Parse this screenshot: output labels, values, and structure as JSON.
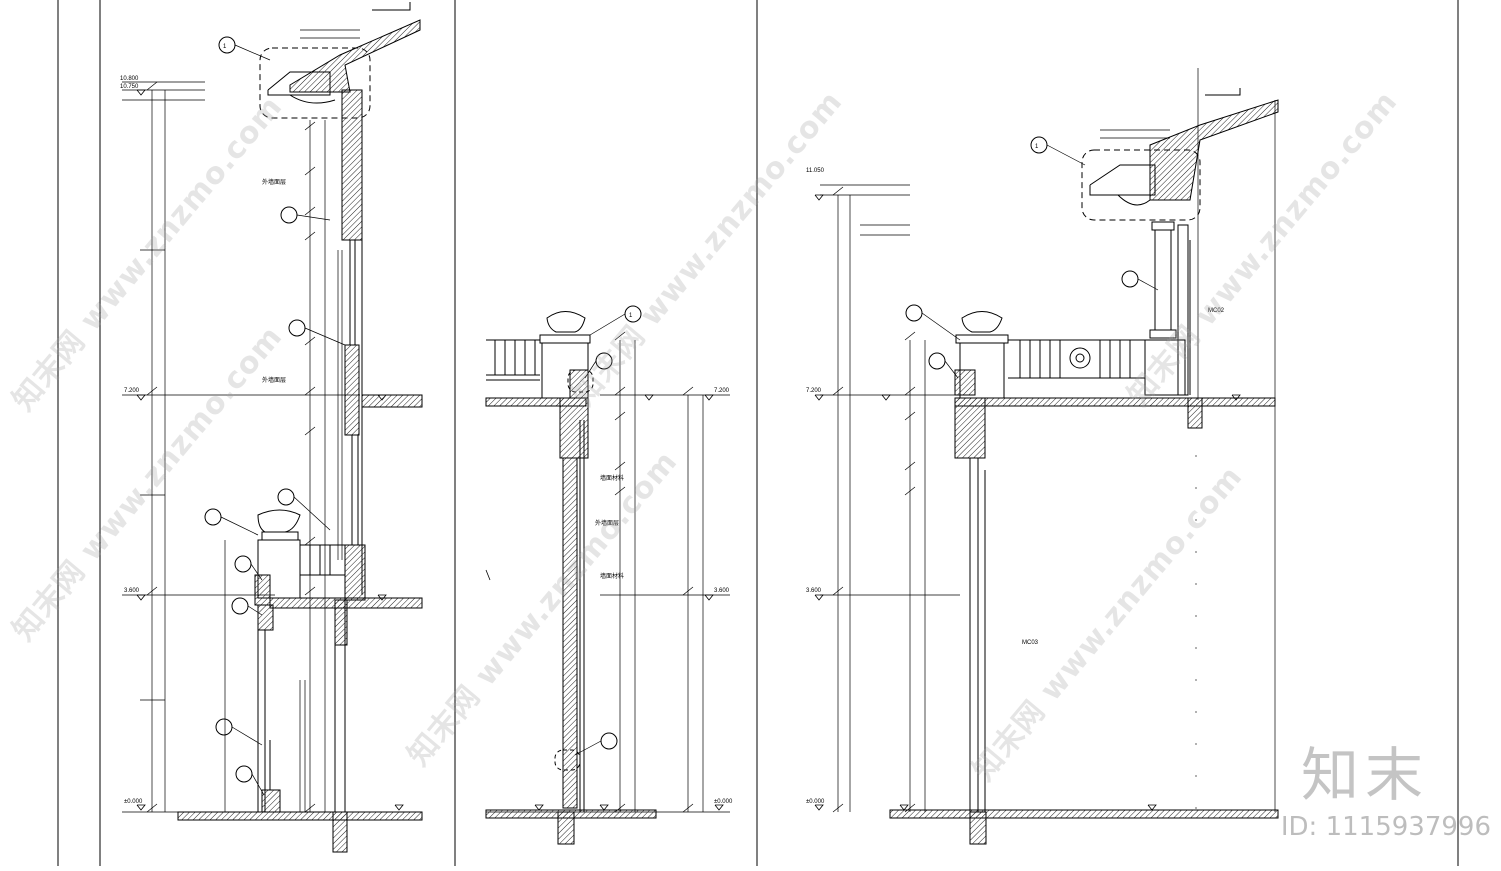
{
  "drawing": {
    "title": "Wall section details",
    "line_color": "#000000",
    "hatch_color": "#222222",
    "background": "#ffffff"
  },
  "panels": [
    {
      "name": "section-1",
      "elevations": [
        "10.800",
        "10.750",
        "7.200",
        "3.600",
        "±0.000"
      ],
      "detail_marker": "1",
      "labels": [
        "外墙面层",
        "外墙面层"
      ]
    },
    {
      "name": "section-2",
      "elevations": [
        "7.200",
        "3.600",
        "±0.000"
      ],
      "detail_marker": "1",
      "labels": [
        "墙面材料",
        "外墙面层",
        "墙面材料"
      ]
    },
    {
      "name": "section-3",
      "elevations": [
        "11.050",
        "7.200",
        "3.600",
        "±0.000"
      ],
      "detail_marker": "1",
      "labels": [
        "MC02",
        "MC03"
      ]
    }
  ],
  "watermark": {
    "text": "知末网 www.znzmo.com",
    "brand": "知末",
    "image_id": "ID: 1115937996"
  }
}
